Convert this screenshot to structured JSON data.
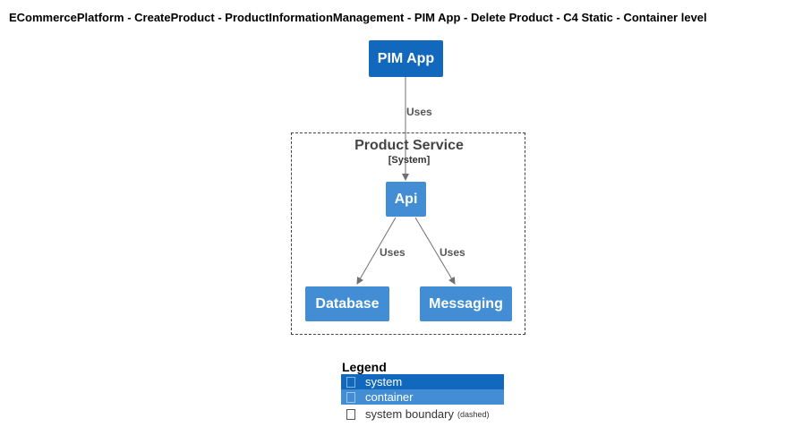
{
  "title": "ECommercePlatform - CreateProduct - ProductInformationManagement - PIM App - Delete Product - C4 Static - Container level",
  "nodes": {
    "pim_app": "PIM App",
    "api": "Api",
    "database": "Database",
    "messaging": "Messaging"
  },
  "boundary": {
    "name": "Product Service",
    "type": "[System]"
  },
  "edges": {
    "pim_to_api": "Uses",
    "api_to_database": "Uses",
    "api_to_messaging": "Uses"
  },
  "legend": {
    "title": "Legend",
    "items": [
      {
        "label": "system",
        "color": "#1168bd"
      },
      {
        "label": "container",
        "color": "#438dd5"
      },
      {
        "label": "system boundary",
        "note": "(dashed)"
      }
    ]
  },
  "colors": {
    "system": "#1168bd",
    "container": "#438dd5",
    "edge": "#707070"
  }
}
